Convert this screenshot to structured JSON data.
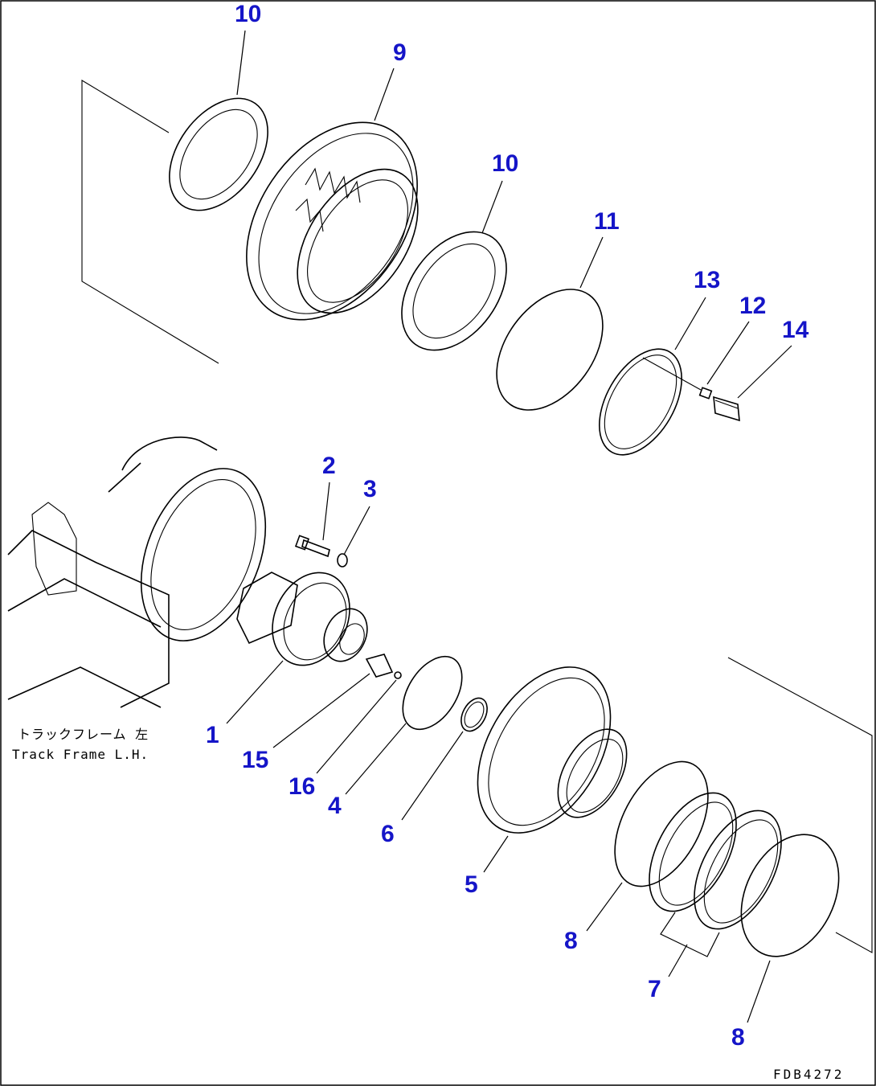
{
  "callouts": [
    {
      "id": "c10a",
      "label": "10"
    },
    {
      "id": "c9",
      "label": "9"
    },
    {
      "id": "c10b",
      "label": "10"
    },
    {
      "id": "c11",
      "label": "11"
    },
    {
      "id": "c13",
      "label": "13"
    },
    {
      "id": "c12",
      "label": "12"
    },
    {
      "id": "c14",
      "label": "14"
    },
    {
      "id": "c2",
      "label": "2"
    },
    {
      "id": "c3",
      "label": "3"
    },
    {
      "id": "c1",
      "label": "1"
    },
    {
      "id": "c15",
      "label": "15"
    },
    {
      "id": "c16",
      "label": "16"
    },
    {
      "id": "c4",
      "label": "4"
    },
    {
      "id": "c6",
      "label": "6"
    },
    {
      "id": "c5",
      "label": "5"
    },
    {
      "id": "c8a",
      "label": "8"
    },
    {
      "id": "c7",
      "label": "7"
    },
    {
      "id": "c8b",
      "label": "8"
    }
  ],
  "frame_label": {
    "jp": "トラックフレーム 左",
    "en": "Track Frame L.H."
  },
  "drawing_code": "FDB4272"
}
